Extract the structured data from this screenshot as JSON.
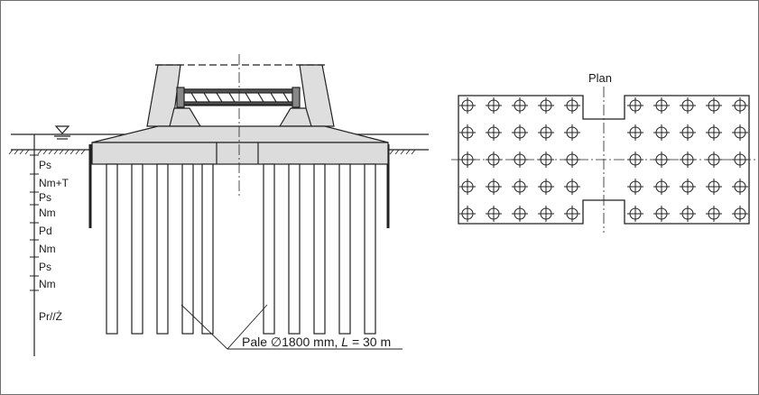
{
  "plan_title": "Plan",
  "pile_caption": {
    "prefix": "Pale ",
    "diameter": "∅1800 mm",
    "sep": ", ",
    "length_symbol": "L",
    "length_value": " = 30 m"
  },
  "soil_layers": [
    "Ps",
    "Nm+T",
    "Ps",
    "Nm",
    "Pd",
    "Nm",
    "Ps",
    "Nm",
    "Pr//Ż"
  ],
  "water_level_icon": "water-level-triangle-icon"
}
